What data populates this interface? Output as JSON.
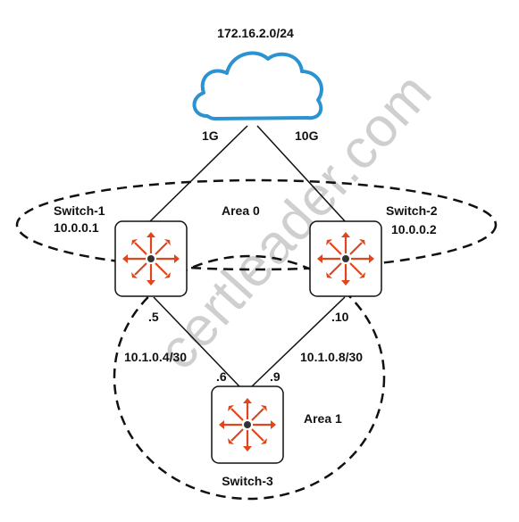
{
  "network": {
    "subnet": "172.16.2.0/24",
    "uplink_left_speed": "1G",
    "uplink_right_speed": "10G",
    "area0_label": "Area 0",
    "area1_label": "Area 1"
  },
  "switches": {
    "sw1": {
      "name": "Switch-1",
      "ip": "10.0.0.1"
    },
    "sw2": {
      "name": "Switch-2",
      "ip": "10.0.0.2"
    },
    "sw3": {
      "name": "Switch-3"
    }
  },
  "links": {
    "sw1_sw3": {
      "subnet": "10.1.0.4/30",
      "sw1_end": ".5",
      "sw3_end": ".6"
    },
    "sw2_sw3": {
      "subnet": "10.1.0.8/30",
      "sw2_end": ".10",
      "sw3_end": ".9"
    }
  },
  "watermark": "certleader.com",
  "colors": {
    "cloud_stroke": "#2b93d1",
    "switch_arrows": "#e0461e",
    "line": "#111111"
  }
}
